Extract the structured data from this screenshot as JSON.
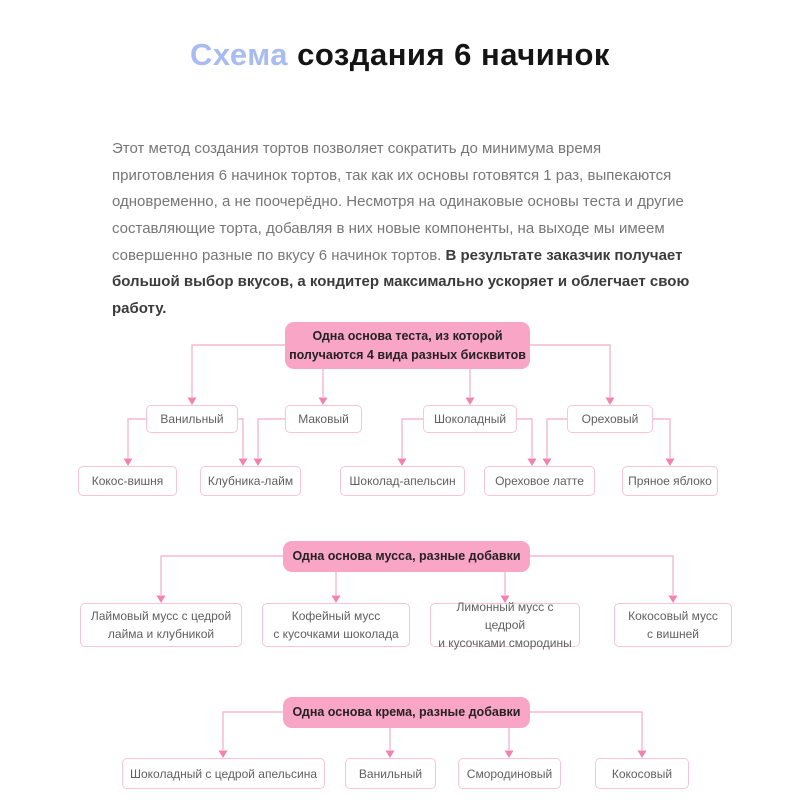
{
  "page": {
    "title": {
      "highlight": "Схема",
      "rest": " создания 6 начинок"
    },
    "intro": {
      "normal": "Этот метод создания тортов позволяет сократить до минимума время приготовления 6 начинок тортов, так как их основы готовятся 1 раз, выпекаются одновременно, а не поочерёдно. Несмотря на одинаковые основы теста и другие составляющие торта, добавляя в них новые компоненты, на выходе мы имеем совершенно разные по вкусу 6 начинок тортов. ",
      "bold": "В результате заказчик получает большой выбор вкусов, а кондитер максимально ускоряет и облегчает свою работу."
    }
  },
  "colors": {
    "title_highlight_blue": "#A9BCF2",
    "title_dark": "#141414",
    "header_box_pink": "#F9A6C6",
    "node_border_pink": "#F8C5D7",
    "connector_line_pink": "#F6B9D0",
    "arrowhead_pink": "#F283AF",
    "body_text_gray": "#767676",
    "node_text_gray": "#606060"
  },
  "trees": [
    {
      "id": "dough-base",
      "header": "Одна основа теста, из которой\nполучаются 4 вида разных бисквитов",
      "level1": [
        "Ванильный",
        "Маковый",
        "Шоколадный",
        "Ореховый"
      ],
      "level2": [
        "Кокос-вишня",
        "Клубника-лайм",
        "Шоколад-апельсин",
        "Ореховое латте",
        "Пряное яблоко"
      ],
      "edges": [
        [
          "header",
          "Ванильный"
        ],
        [
          "header",
          "Маковый"
        ],
        [
          "header",
          "Шоколадный"
        ],
        [
          "header",
          "Ореховый"
        ],
        [
          "Ванильный",
          "Кокос-вишня"
        ],
        [
          "Ванильный",
          "Клубника-лайм"
        ],
        [
          "Маковый",
          "Клубника-лайм"
        ],
        [
          "Шоколадный",
          "Шоколад-апельсин"
        ],
        [
          "Шоколадный",
          "Ореховое латте"
        ],
        [
          "Ореховый",
          "Ореховое латте"
        ],
        [
          "Ореховый",
          "Пряное яблоко"
        ]
      ]
    },
    {
      "id": "mousse-base",
      "header": "Одна основа мусса, разные добавки",
      "children": [
        "Лаймовый мусс с цедрой\nлайма и клубникой",
        "Кофейный мусс\nс кусочками шоколада",
        "Лимонный мусс с цедрой\nи кусочками смородины",
        "Кокосовый мусс\nс вишней"
      ]
    },
    {
      "id": "cream-base",
      "header": "Одна основа крема, разные добавки",
      "children": [
        "Шоколадный с цедрой апельсина",
        "Ванильный",
        "Смородиновый",
        "Кокосовый"
      ]
    }
  ]
}
